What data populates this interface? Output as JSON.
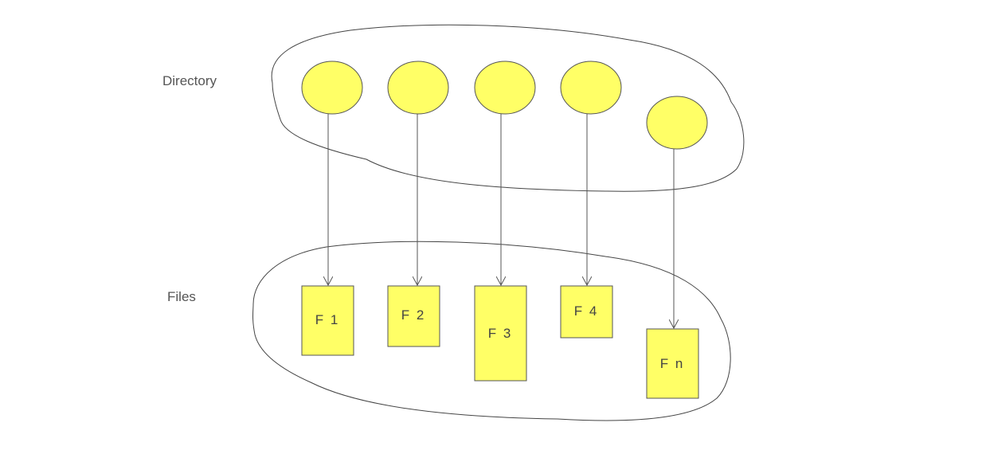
{
  "labels": {
    "directory": "Directory",
    "files": "Files"
  },
  "files": [
    "F 1",
    "F 2",
    "F 3",
    "F 4",
    "F n"
  ],
  "colors": {
    "node_fill": "#ffff66",
    "stroke": "#555555",
    "label": "#555555"
  }
}
